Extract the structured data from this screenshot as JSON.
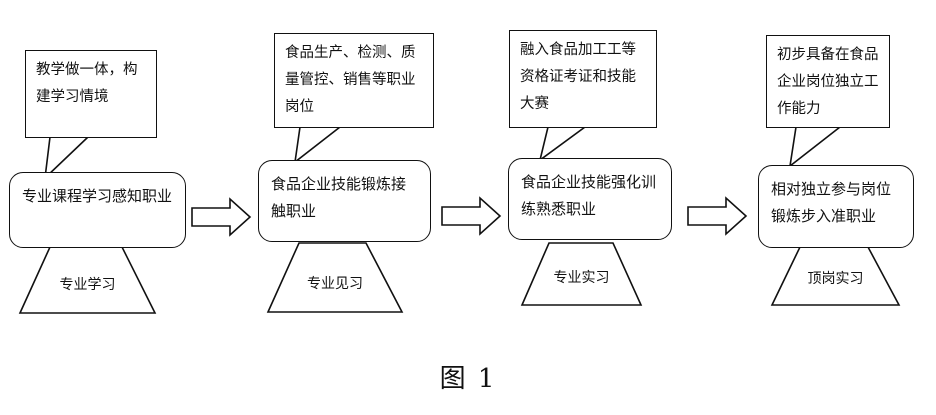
{
  "stages": [
    {
      "callout": "教学做一体，构建学习情境",
      "main": "专业课程学习感知职业",
      "base": "专业学习"
    },
    {
      "callout": "食品生产、检测、质量管控、销售等职业岗位",
      "main": "食品企业技能锻炼接触职业",
      "base": "专业见习"
    },
    {
      "callout": "融入食品加工工等资格证考证和技能大赛",
      "main": "食品企业技能强化训练熟悉职业",
      "base": "专业实习"
    },
    {
      "callout": "初步具备在食品企业岗位独立工作能力",
      "main": "相对独立参与岗位锻炼步入准职业",
      "base": "顶岗实习"
    }
  ],
  "caption": "图 1"
}
